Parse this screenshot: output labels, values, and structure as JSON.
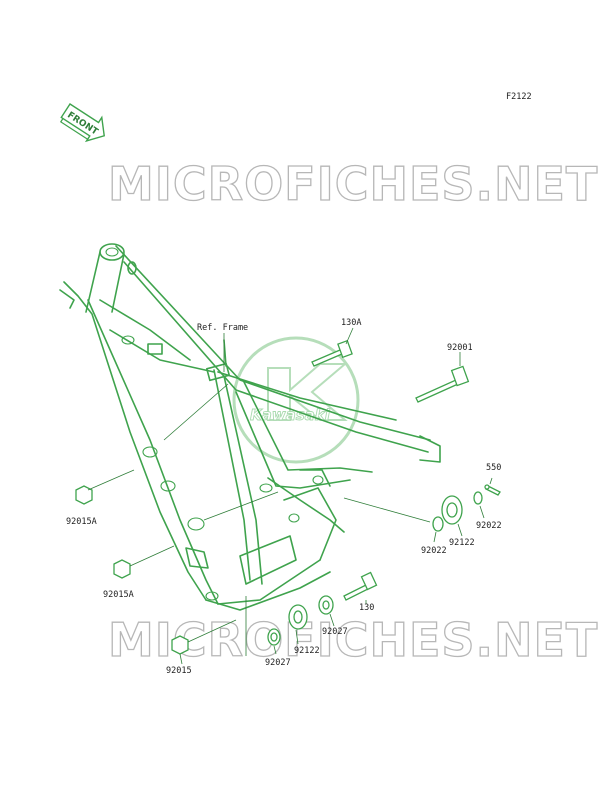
{
  "figure_code": "F2122",
  "direction_tag": "FRONT",
  "watermark": "MICROFICHES.NET",
  "logo_text": "Kawasaki",
  "reference_label": "Ref. Frame",
  "colors": {
    "line": "#3fa34d",
    "watermark": "#b7b7b7",
    "text": "#1f1f1f"
  },
  "part_labels": {
    "p130A": "130A",
    "p92001": "92001",
    "p550": "550",
    "p92022a": "92022",
    "p92122a": "92122",
    "p92022b": "92022",
    "p92015Aa": "92015A",
    "p92015Ab": "92015A",
    "p130": "130",
    "p92027a": "92027",
    "p92122b": "92122",
    "p92027b": "92027",
    "p92015": "92015"
  }
}
